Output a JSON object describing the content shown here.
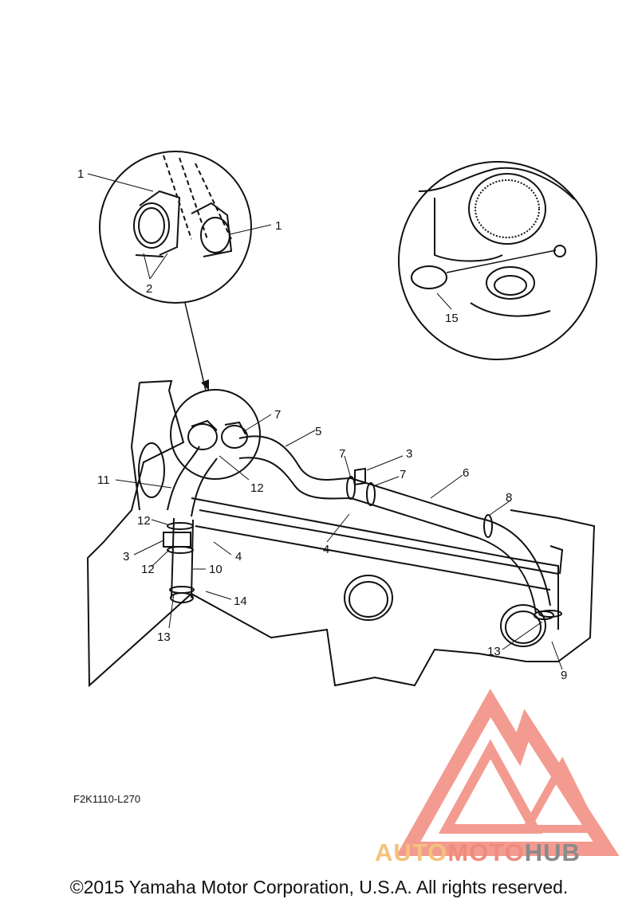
{
  "diagram": {
    "callouts": {
      "c1a": "1",
      "c1b": "1",
      "c2": "2",
      "c15": "15",
      "c7a": "7",
      "c5": "5",
      "c7b": "7",
      "c3a": "3",
      "c7c": "7",
      "c6": "6",
      "c11": "11",
      "c12a": "12",
      "c8": "8",
      "c12b": "12",
      "c4a": "4",
      "c3b": "3",
      "c4b": "4",
      "c12c": "12",
      "c10": "10",
      "c14": "14",
      "c13a": "13",
      "c13b": "13",
      "c9": "9"
    },
    "figure_code": "F2K1110-L270",
    "copyright": "©2015 Yamaha Motor Corporation, U.S.A. All rights reserved."
  },
  "watermark": {
    "text_part1": "AUTO",
    "text_part2": "MOTO",
    "text_part3": "HUB",
    "colors": {
      "auto": "#f4c27a",
      "moto": "#f08a7c",
      "hub": "#8a8a8a",
      "logo": "#f07a6c"
    }
  }
}
